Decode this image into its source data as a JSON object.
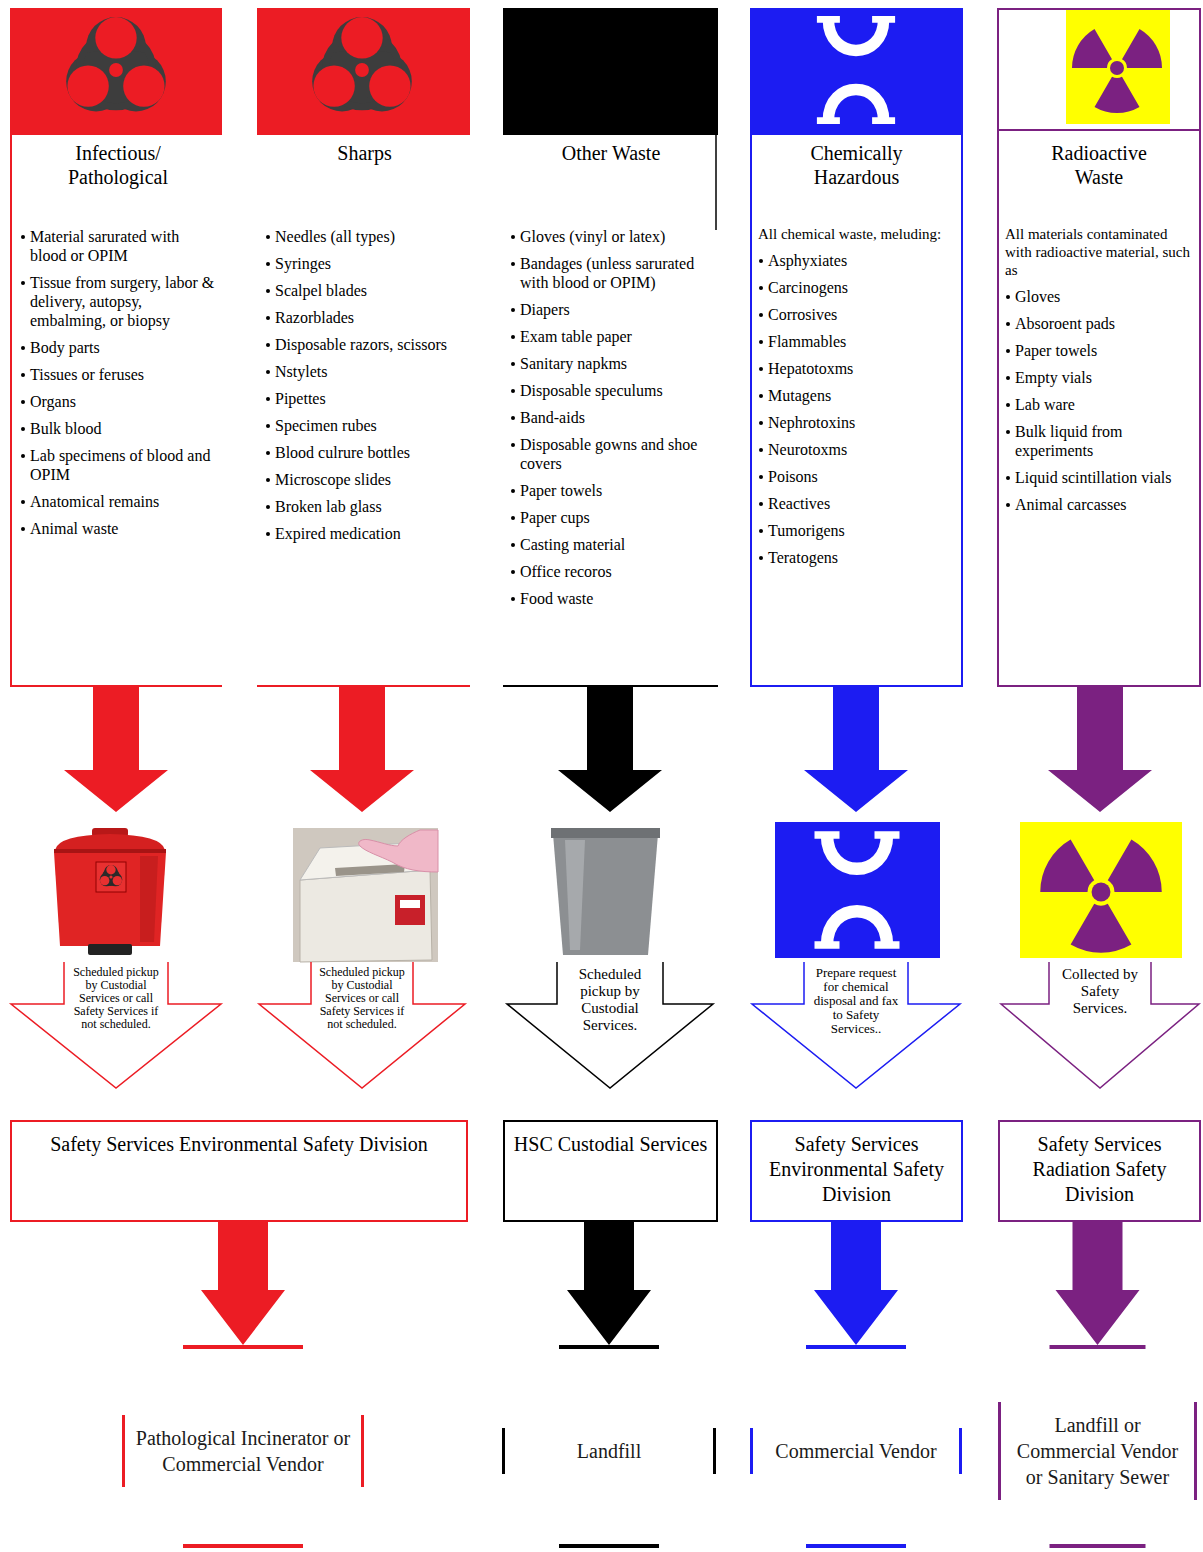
{
  "diagram": {
    "nodes": [
      {
        "text": [
          "Infectious/ Pathological",
          "Material sarurated with blood or OPIM",
          "Tissue from surgery, labor & delivery, autopsy, embalming, or biopsy",
          "Body parts",
          "Tissues or feruses",
          "Organs",
          "Bulk blood",
          "Lab specimens of blood and OPIM",
          "Anatomical remains",
          "Animal waste"
        ]
      },
      {
        "text": [
          "Sharps",
          "Needles (all types)",
          "Syringes",
          "Scalpel blades",
          "Razorblades",
          "Disposable razors, scissors",
          "Nstylets",
          "Pipettes",
          "Specimen rubes",
          "Blood culrure bottles",
          "Microscope slides",
          "Broken lab glass",
          "Expired medication"
        ]
      },
      {
        "text": [
          "Other Waste",
          "Gloves (vinyl or latex)",
          "Bandages (unless sarurated with blood or OPIM)",
          "Diapers",
          "Exam table paper",
          "Sanitary napkms",
          "Disposable speculums",
          "Band-aids",
          "Disposable gowns and shoe covers",
          "Paper towels",
          "Paper cups",
          "Casting material",
          "Office recoros",
          "Food waste"
        ]
      },
      {
        "text": [
          "Chemically Hazardous",
          "All chemical waste, meluding:",
          "Asphyxiates",
          "Carcinogens",
          "Corrosives",
          "Flammables",
          "Hepatotoxms",
          "Mutagens",
          "Nephrotoxins",
          "Neurotoxms",
          "Poisons",
          "Reactives",
          "Tumorigens",
          "Teratogens"
        ]
      },
      {
        "text": [
          "Radioactive Waste",
          "All materials contaminated with radioactive material, such as",
          "Gloves",
          "Absoroent pads",
          "Paper towels",
          "Empty vials",
          "Lab ware",
          "Bulk liquid from experiments",
          "Liquid scintillation vials",
          "Animal carcasses"
        ]
      },
      {
        "text": [
          "Scheduled pickup by Custodial Services or call Safety Services if not scheduled."
        ]
      },
      {
        "text": [
          "Scheduled pickup by Custodial Services or call Safety Services if not scheduled."
        ]
      },
      {
        "text": [
          "Scheduled pickup by Custodial Services."
        ]
      },
      {
        "text": [
          "Prepare request for chemical disposal and fax to Safety Services.."
        ]
      },
      {
        "text": [
          "Collected by Safety Services."
        ]
      },
      {
        "text": [
          "Safety Services Environmental Safety Division"
        ]
      },
      {
        "text": [
          "HSC Custodial Services"
        ]
      },
      {
        "text": [
          "Safety Services Environmental Safety Division"
        ]
      },
      {
        "text": [
          "Safety Services Radiation Safety Division"
        ]
      },
      {
        "text": [
          "Pathological Incinerator or Commercial Vendor"
        ]
      },
      {
        "text": [
          "Landfill"
        ]
      },
      {
        "text": [
          "Commercial Vendor"
        ]
      },
      {
        "text": [
          "Landfill or Commercial Vendor or Sanitary Sewer"
        ]
      }
    ],
    "edges": [
      {
        "from": 0,
        "to": 5,
        "arrow": "to"
      },
      {
        "from": 1,
        "to": 6,
        "arrow": "to"
      },
      {
        "from": 2,
        "to": 7,
        "arrow": "to"
      },
      {
        "from": 3,
        "to": 8,
        "arrow": "to"
      },
      {
        "from": 4,
        "to": 9,
        "arrow": "to"
      },
      {
        "from": 10,
        "to": 14,
        "arrow": "to"
      },
      {
        "from": 11,
        "to": 15,
        "arrow": "to"
      },
      {
        "from": 12,
        "to": 16,
        "arrow": "to"
      },
      {
        "from": 13,
        "to": 17,
        "arrow": "to"
      }
    ]
  }
}
